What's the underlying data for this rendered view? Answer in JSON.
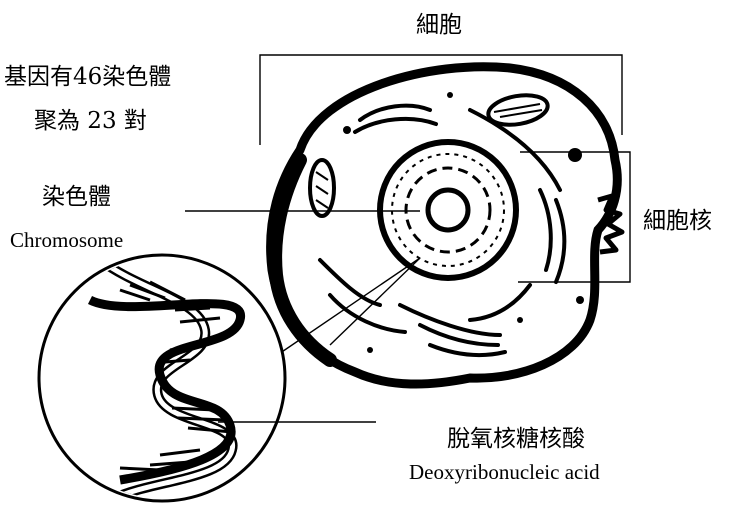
{
  "labels": {
    "cell": "細胞",
    "genes_line1": "基因有46染色體",
    "genes_line2": "聚為 23 對",
    "chromosome_zh": "染色體",
    "chromosome_en": "Chromosome",
    "nucleus": "細胞核",
    "dna_zh": "脫氧核糖核酸",
    "dna_en": "Deoxyribonucleic acid"
  },
  "colors": {
    "ink": "#000000",
    "background": "#ffffff"
  }
}
